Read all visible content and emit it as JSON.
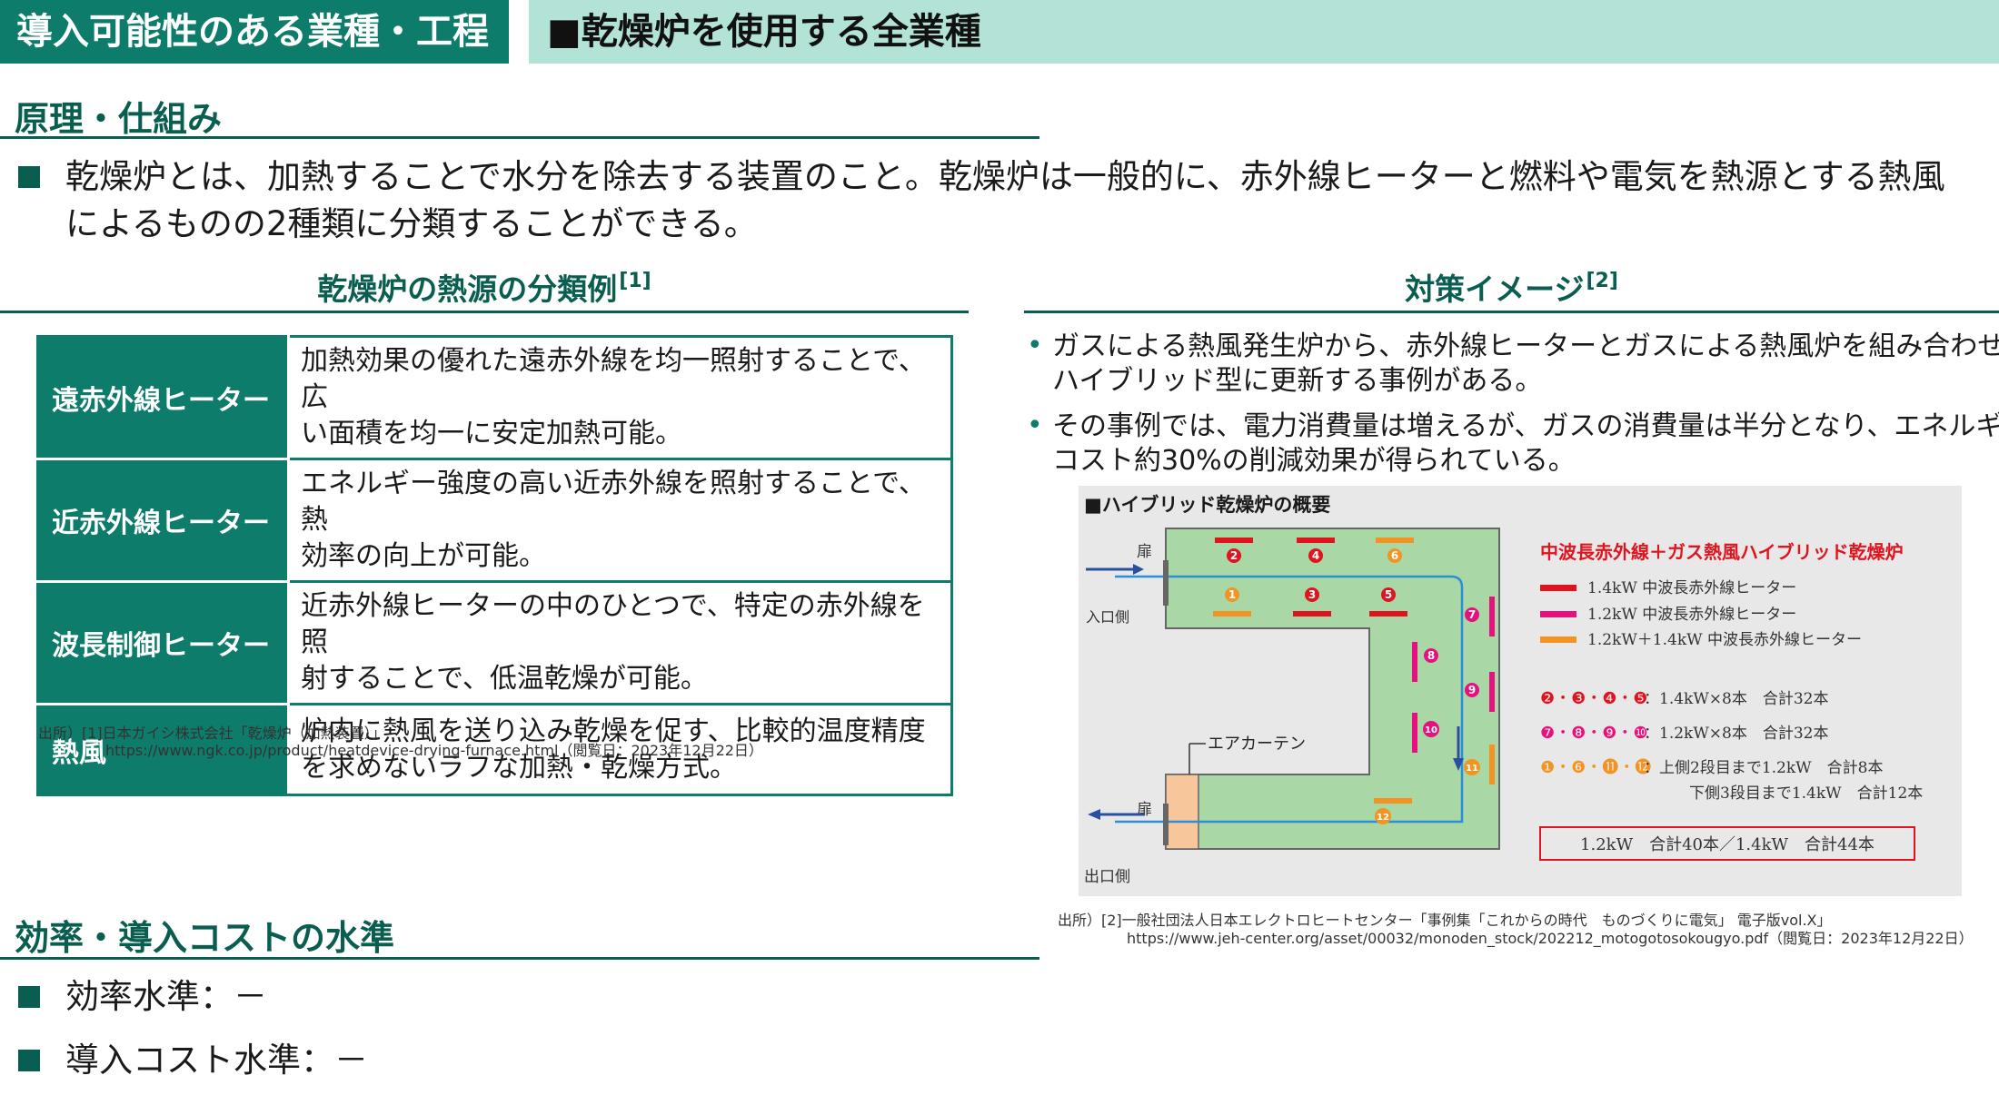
{
  "header": {
    "left_title": "導入可能性のある業種・工程",
    "right_title": "■乾燥炉を使用する全業種"
  },
  "principle": {
    "title": "原理・仕組み",
    "line1": "乾燥炉とは、加熱することで水分を除去する装置のこと。乾燥炉は一般的に、赤外線ヒーターと燃料や電気を熱源とする熱風",
    "line2": "によるものの2種類に分類することができる。"
  },
  "classification": {
    "title": "乾燥炉の熱源の分類例",
    "ref": "[1]",
    "rows": [
      {
        "name": "遠赤外線ヒーター",
        "desc1": "加熱効果の優れた遠赤外線を均一照射することで、広",
        "desc2": "い面積を均一に安定加熱可能。"
      },
      {
        "name": "近赤外線ヒーター",
        "desc1": "エネルギー強度の高い近赤外線を照射することで、熱",
        "desc2": "効率の向上が可能。"
      },
      {
        "name": "波長制御ヒーター",
        "desc1": "近赤外線ヒーターの中のひとつで、特定の赤外線を照",
        "desc2": "射することで、低温乾燥が可能。"
      },
      {
        "name": "熱風",
        "desc1": "炉内に熱風を送り込み乾燥を促す、比較的温度精度",
        "desc2": "を求めないラフな加熱・乾燥方式。"
      }
    ],
    "source1": "出所）[1]日本ガイシ株式会社「乾燥炉（加熱装置）」",
    "source2": "https://www.ngk.co.jp/product/heatdevice-drying-furnace.html（閲覧日：2023年12月22日）"
  },
  "measure": {
    "title": "対策イメージ",
    "ref": "[2]",
    "bullets": [
      {
        "line1": "ガスによる熱風発生炉から、赤外線ヒーターとガスによる熱風炉を組み合わせた",
        "line2": "ハイブリッド型に更新する事例がある。"
      },
      {
        "line1": "その事例では、電力消費量は増えるが、ガスの消費量は半分となり、エネルギー",
        "line2": "コスト約30%の削減効果が得られている。"
      }
    ],
    "source1": "出所）[2]一般社団法人日本エレクトロヒートセンター「事例集「これからの時代　ものづくりに電気」 電子版vol.X」",
    "source2": "https://www.jeh-center.org/asset/00032/monoden_stock/202212_motogotosokougyo.pdf（閲覧日：2023年12月22日）"
  },
  "diagram": {
    "title": "■ハイブリッド乾燥炉の概要",
    "door_top": "扉",
    "door_bottom": "扉",
    "inlet": "入口側",
    "outlet": "出口側",
    "air_curtain": "エアカーテン",
    "legend_title": "中波長赤外線＋ガス熱風ハイブリッド乾燥炉",
    "legend_red": "1.4kW 中波長赤外線ヒーター",
    "legend_magenta": "1.2kW 中波長赤外線ヒーター",
    "legend_orange": "1.2kW＋1.4kW 中波長赤外線ヒーター",
    "count1_nums": "❷・❸・❹・❺",
    "count1_text": "：1.4kW×8本　合計32本",
    "count2_nums": "❼・❽・❾・❿",
    "count2_text": "：1.2kW×8本　合計32本",
    "count3_nums": "❶・❻・⓫・⓬",
    "count3_text": "：上側2段目まで1.2kW　合計8本",
    "count3_text2": "下側3段目まで1.4kW　合計12本",
    "total": "1.2kW　合計40本／1.4kW　合計44本",
    "nums": [
      "1",
      "2",
      "3",
      "4",
      "5",
      "6",
      "7",
      "8",
      "9",
      "10",
      "11",
      "12"
    ],
    "colors": {
      "red": "#e0141e",
      "magenta": "#e6117f",
      "orange": "#f39422",
      "green": "#a9d8a6",
      "pipe": "#2b8fd6"
    }
  },
  "efficiency": {
    "title": "効率・導入コストの水準",
    "item1": "効率水準：－",
    "item2": "導入コスト水準：－"
  }
}
